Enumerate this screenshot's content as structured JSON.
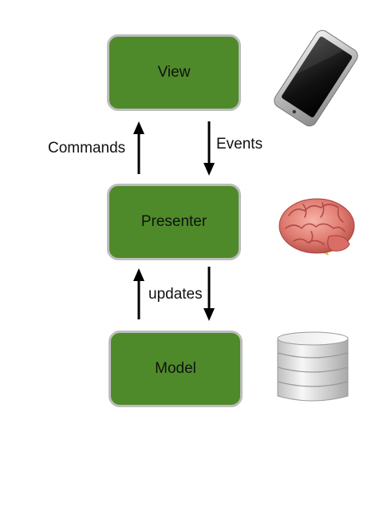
{
  "diagram": {
    "nodes": {
      "view": "View",
      "presenter": "Presenter",
      "model": "Model"
    },
    "edges": {
      "commands": "Commands",
      "events": "Events",
      "updates": "updates"
    }
  },
  "icons": {
    "view": "smartphone-icon",
    "presenter": "brain-icon",
    "model": "database-icon"
  },
  "colors": {
    "box_fill": "#4e8a2a",
    "box_border": "#bdbdbd"
  }
}
